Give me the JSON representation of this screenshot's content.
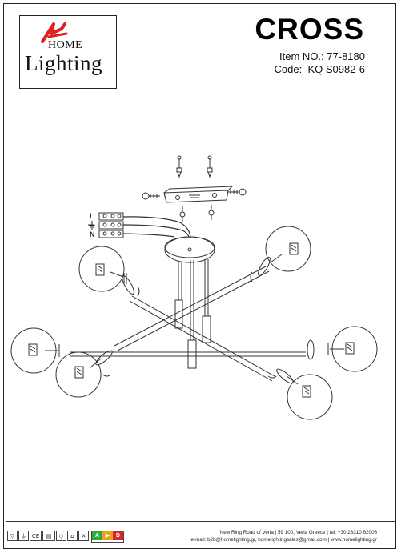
{
  "brand": {
    "word_top": "HOME",
    "word_bottom": "Lighting",
    "mark_color": "#e02020"
  },
  "product": {
    "name": "CROSS",
    "item_label": "Item NO.:",
    "item_number": "77-8180",
    "code_label": "Code:",
    "code_value": "KQ S0982-6"
  },
  "wiring": {
    "labels": [
      "L",
      "N"
    ]
  },
  "footer": {
    "address": "New Ring Road of Veria | 59 100, Veria Greece | tel: +30 23310 62006",
    "contacts": "e-mail: b2b@homelighting.gr, homelightingsales@gmail.com | www.homelighting.gr",
    "energy_grades": [
      "A",
      "D"
    ],
    "energy_colors": [
      "#2eaa3c",
      "#e6a21a",
      "#d8262a"
    ]
  },
  "colors": {
    "line": "#333333",
    "brand_red": "#e02020"
  }
}
